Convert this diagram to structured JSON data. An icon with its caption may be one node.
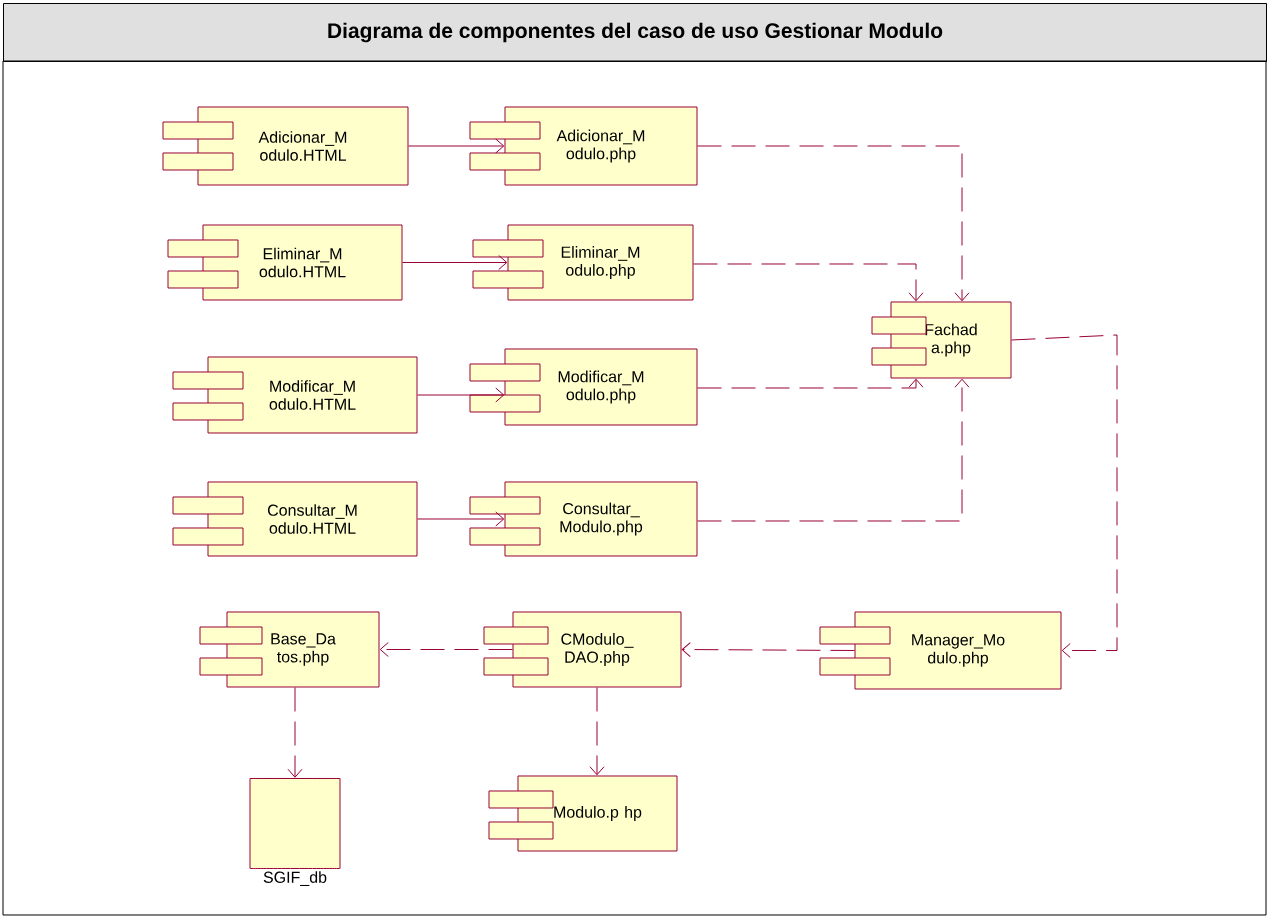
{
  "diagram": {
    "title": "Diagrama de componentes del caso de uso Gestionar Modulo",
    "nodes": [
      {
        "text": [
          "Adicionar_M odulo.HTML"
        ]
      },
      {
        "text": [
          "Adicionar_M odulo.php"
        ]
      },
      {
        "text": [
          "Eliminar_M odulo.HTML"
        ]
      },
      {
        "text": [
          "Eliminar_M odulo.php"
        ]
      },
      {
        "text": [
          "Modificar_M odulo.HTML"
        ]
      },
      {
        "text": [
          "Modificar_M odulo.php"
        ]
      },
      {
        "text": [
          "Consultar_M odulo.HTML"
        ]
      },
      {
        "text": [
          "Consultar_ Modulo.php"
        ]
      },
      {
        "text": [
          "Fachad a.php"
        ]
      },
      {
        "text": [
          "Base_Da tos.php"
        ]
      },
      {
        "text": [
          "CModulo_ DAO.php"
        ]
      },
      {
        "text": [
          "Manager_Mo dulo.php"
        ]
      },
      {
        "text": [
          "SGIF_db"
        ]
      },
      {
        "text": [
          "Modulo.p hp"
        ]
      }
    ],
    "edges": [
      {
        "from": 0,
        "to": 1,
        "arrow": "to"
      },
      {
        "from": 2,
        "to": 3,
        "arrow": "to"
      },
      {
        "from": 4,
        "to": 5,
        "arrow": "to"
      },
      {
        "from": 6,
        "to": 7,
        "arrow": "to"
      },
      {
        "from": 1,
        "to": 8,
        "arrow": "to",
        "style": "dashed"
      },
      {
        "from": 3,
        "to": 8,
        "arrow": "to",
        "style": "dashed"
      },
      {
        "from": 5,
        "to": 8,
        "arrow": "to",
        "style": "dashed"
      },
      {
        "from": 7,
        "to": 8,
        "arrow": "to",
        "style": "dashed"
      },
      {
        "from": 8,
        "to": 11,
        "arrow": "to",
        "style": "dashed"
      },
      {
        "from": 11,
        "to": 10,
        "arrow": "to",
        "style": "dashed"
      },
      {
        "from": 10,
        "to": 9,
        "arrow": "to",
        "style": "dashed"
      },
      {
        "from": 9,
        "to": 12,
        "arrow": "to",
        "style": "dashed"
      },
      {
        "from": 10,
        "to": 13,
        "arrow": "to",
        "style": "dashed"
      }
    ]
  }
}
